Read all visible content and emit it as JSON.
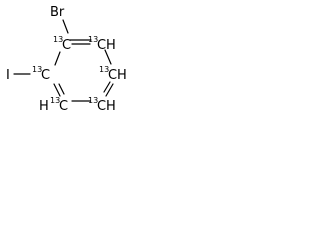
{
  "molecule": {
    "substituents": {
      "bromine": "Br",
      "iodine": "I"
    },
    "ring_atoms": [
      {
        "isotope": "13",
        "element": "C",
        "hydrogen": ""
      },
      {
        "isotope": "13",
        "element": "C",
        "hydrogen": "H"
      },
      {
        "isotope": "13",
        "element": "C",
        "hydrogen": "H"
      },
      {
        "isotope": "13",
        "element": "C",
        "hydrogen": "H"
      },
      {
        "isotope": "13",
        "element": "C",
        "hydrogen": "H"
      },
      {
        "isotope": "13",
        "element": "C",
        "hydrogen": ""
      }
    ],
    "left_hydrogen": "H"
  }
}
